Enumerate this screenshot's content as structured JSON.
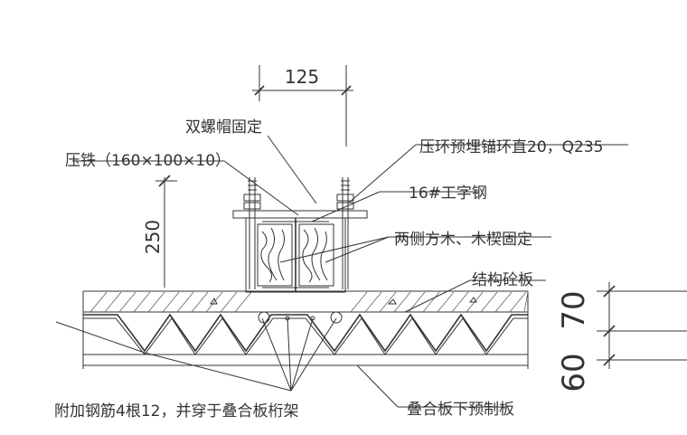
{
  "dimensions": {
    "top_width": "125",
    "height_left": "250",
    "right_top": "70",
    "right_bottom": "60"
  },
  "labels": {
    "double_nut": "双螺帽固定",
    "press_iron": "压铁（160×100×10）",
    "anchor_ring": "压环预埋锚环直20，Q235",
    "i_beam": "16#工字钢",
    "wood_wedge": "两侧方木、木楔固定",
    "slab": "结构砼板",
    "rebar": "附加钢筋4根12，并穿于叠合板桁架",
    "precast": "叠合板下预制板"
  },
  "colors": {
    "line": "#333333",
    "paper": "#ffffff"
  }
}
